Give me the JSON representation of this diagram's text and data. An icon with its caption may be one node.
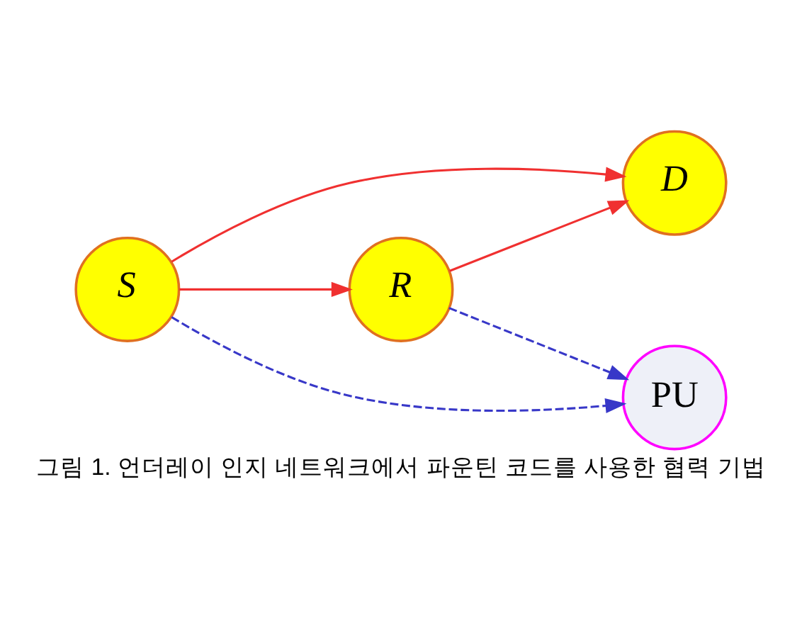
{
  "diagram": {
    "caption": "그림 1. 언더레이 인지 네트워크에서 파운틴 코드를 사용한 협력 기법",
    "nodes": [
      {
        "text": [
          "R"
        ]
      },
      {
        "text": [
          "S"
        ]
      },
      {
        "text": [
          "D"
        ]
      },
      {
        "text": [
          "PU"
        ]
      }
    ],
    "edges": [
      {
        "from": 1,
        "to": 0,
        "arrow": "to"
      },
      {
        "from": 0,
        "to": 2,
        "arrow": "to"
      },
      {
        "from": 1,
        "to": 2,
        "arrow": "to"
      },
      {
        "from": 0,
        "to": 3,
        "arrow": "to",
        "style": "dashed",
        "color": "#3838c8"
      },
      {
        "from": 1,
        "to": 3,
        "arrow": "to",
        "style": "dashed",
        "color": "#3838c8"
      }
    ]
  }
}
